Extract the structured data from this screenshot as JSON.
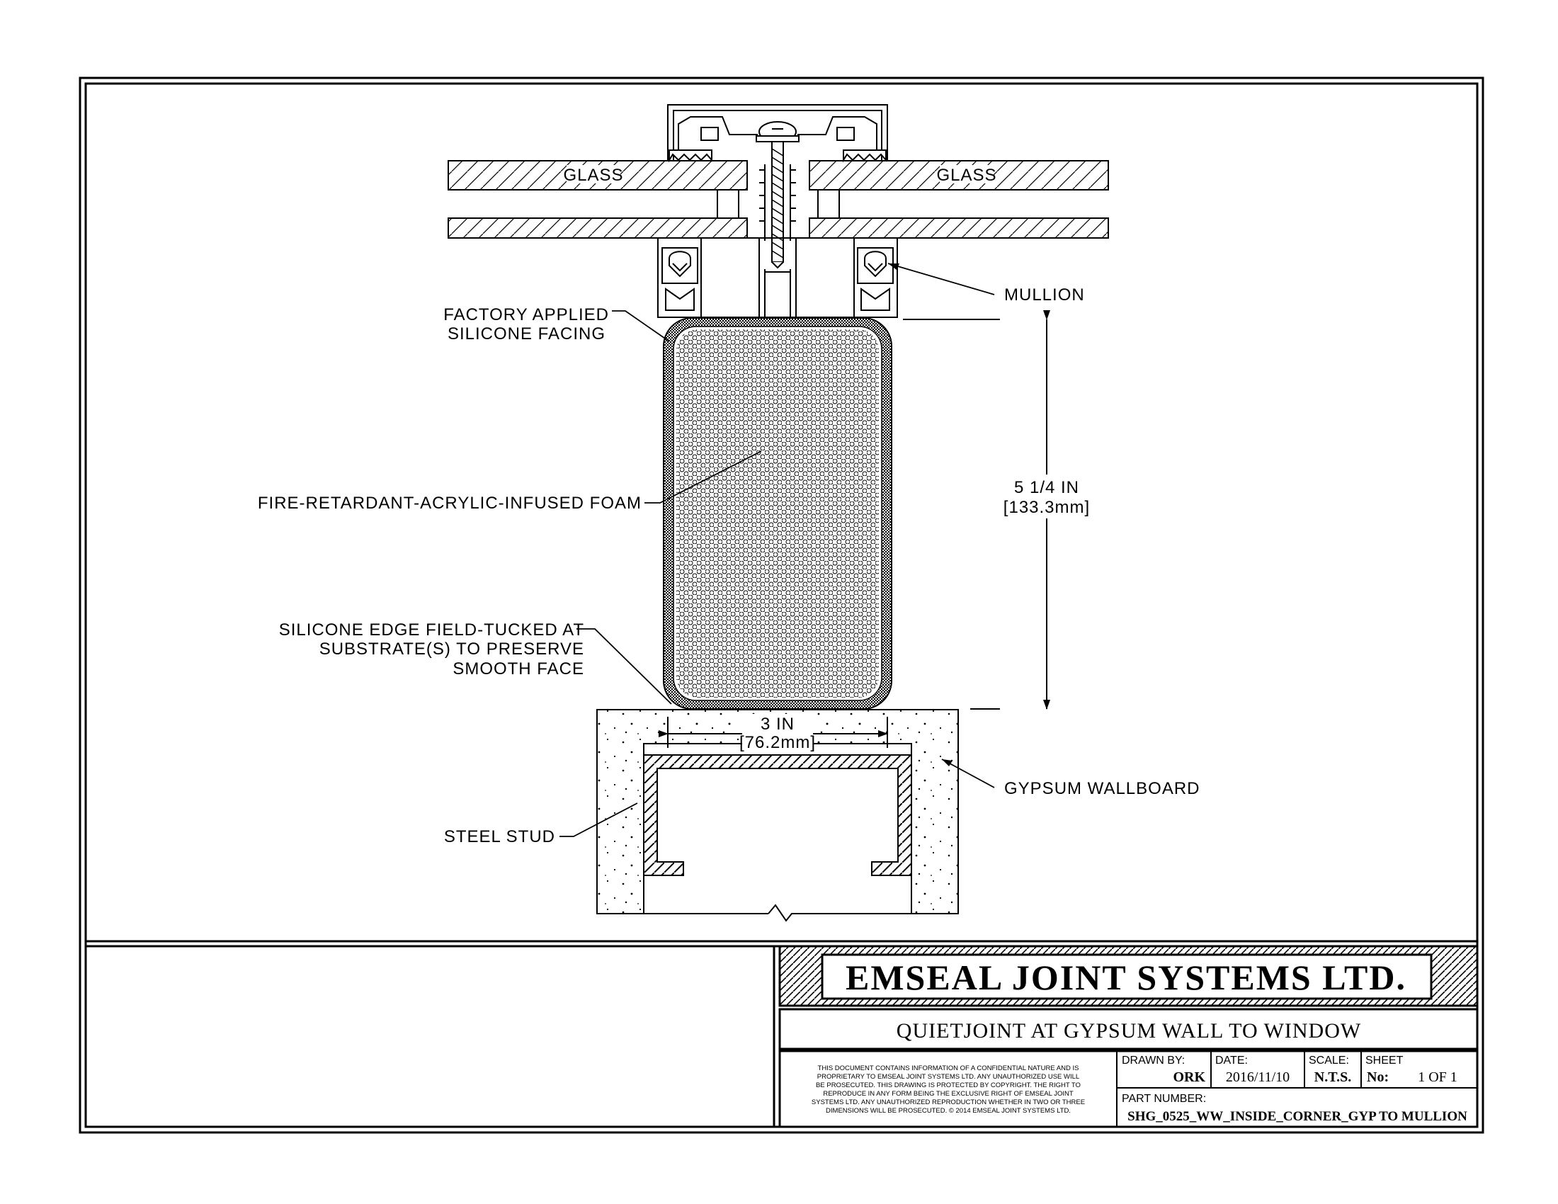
{
  "labels": {
    "glass_left": "GLASS",
    "glass_right": "GLASS",
    "mullion": "MULLION",
    "factory_line1": "FACTORY APPLIED",
    "factory_line2": "SILICONE FACING",
    "foam": "FIRE-RETARDANT-ACRYLIC-INFUSED FOAM",
    "edge_line1": "SILICONE EDGE FIELD-TUCKED AT",
    "edge_line2": "SUBSTRATE(S) TO PRESERVE",
    "edge_line3": "SMOOTH FACE",
    "gypsum": "GYPSUM WALLBOARD",
    "steel_stud": "STEEL STUD"
  },
  "dimensions": {
    "height_imperial": "5 1/4 IN",
    "height_metric": "[133.3mm]",
    "width_imperial": "3 IN",
    "width_metric": "[76.2mm]"
  },
  "title_block": {
    "company": "EMSEAL JOINT SYSTEMS LTD.",
    "drawing_title": "QUIETJOINT AT GYPSUM WALL TO WINDOW",
    "confidential_lines": [
      "THIS DOCUMENT CONTAINS INFORMATION OF A CONFIDENTIAL NATURE AND IS",
      "PROPRIETARY TO EMSEAL JOINT SYSTEMS LTD. ANY UNAUTHORIZED USE WILL",
      "BE PROSECUTED. THIS DRAWING IS PROTECTED BY COPYRIGHT. THE RIGHT TO",
      "REPRODUCE IN ANY FORM BEING THE EXCLUSIVE RIGHT OF EMSEAL JOINT",
      "SYSTEMS LTD. ANY UNAUTHORIZED REPRODUCTION WHETHER IN TWO OR THREE",
      "DIMENSIONS WILL BE PROSECUTED. © 2014 EMSEAL JOINT SYSTEMS LTD."
    ],
    "drawn_by_label": "DRAWN BY:",
    "drawn_by_value": "ORK",
    "date_label": "DATE:",
    "date_value": "2016/11/10",
    "scale_label": "SCALE:",
    "scale_value": "N.T.S.",
    "sheet_label": "SHEET",
    "sheet_no_label": "No:",
    "sheet_value": "1 OF 1",
    "part_number_label": "PART NUMBER:",
    "part_number_value": "SHG_0525_WW_INSIDE_CORNER_GYP TO MULLION"
  }
}
